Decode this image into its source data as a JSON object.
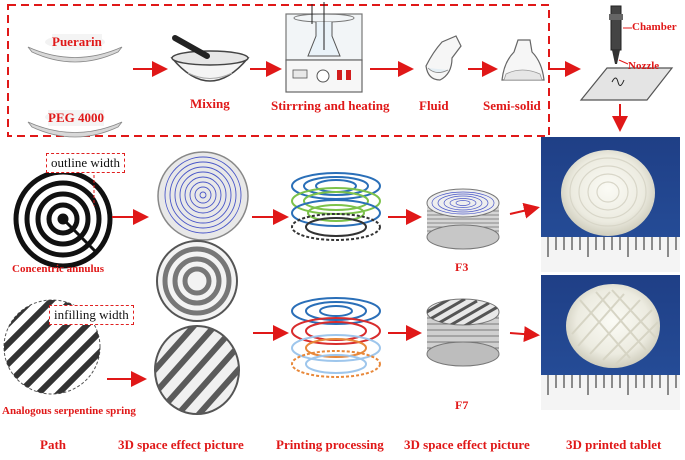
{
  "ingredients": {
    "puerarin": "Puerarin",
    "peg": "PEG 4000"
  },
  "process": {
    "mixing": "Mixing",
    "stirring": "Stirrring and heating",
    "fluid": "Fluid",
    "semi_solid": "Semi-solid"
  },
  "printer": {
    "chamber": "Chamber",
    "nozzle": "Nozzle"
  },
  "paths": {
    "outline_width": "outline width",
    "infilling_width": "infilling width",
    "concentric": "Concentric annulus",
    "serpentine": "Analogous serpentine spring"
  },
  "formulations": {
    "f3": "F3",
    "f7": "F7"
  },
  "columns": {
    "path": "Path",
    "space_effect_1": "3D space effect picture",
    "printing": "Printing processing",
    "space_effect_2": "3D space effect picture",
    "tablet": "3D printed tablet"
  },
  "colors": {
    "accent_red": "#e01818",
    "blue_layer": "#2a6fb8",
    "green_layer": "#7cc24a",
    "red_layer": "#d82c2c",
    "orange_layer": "#e8883a",
    "light_blue_layer": "#9ec6ec"
  }
}
